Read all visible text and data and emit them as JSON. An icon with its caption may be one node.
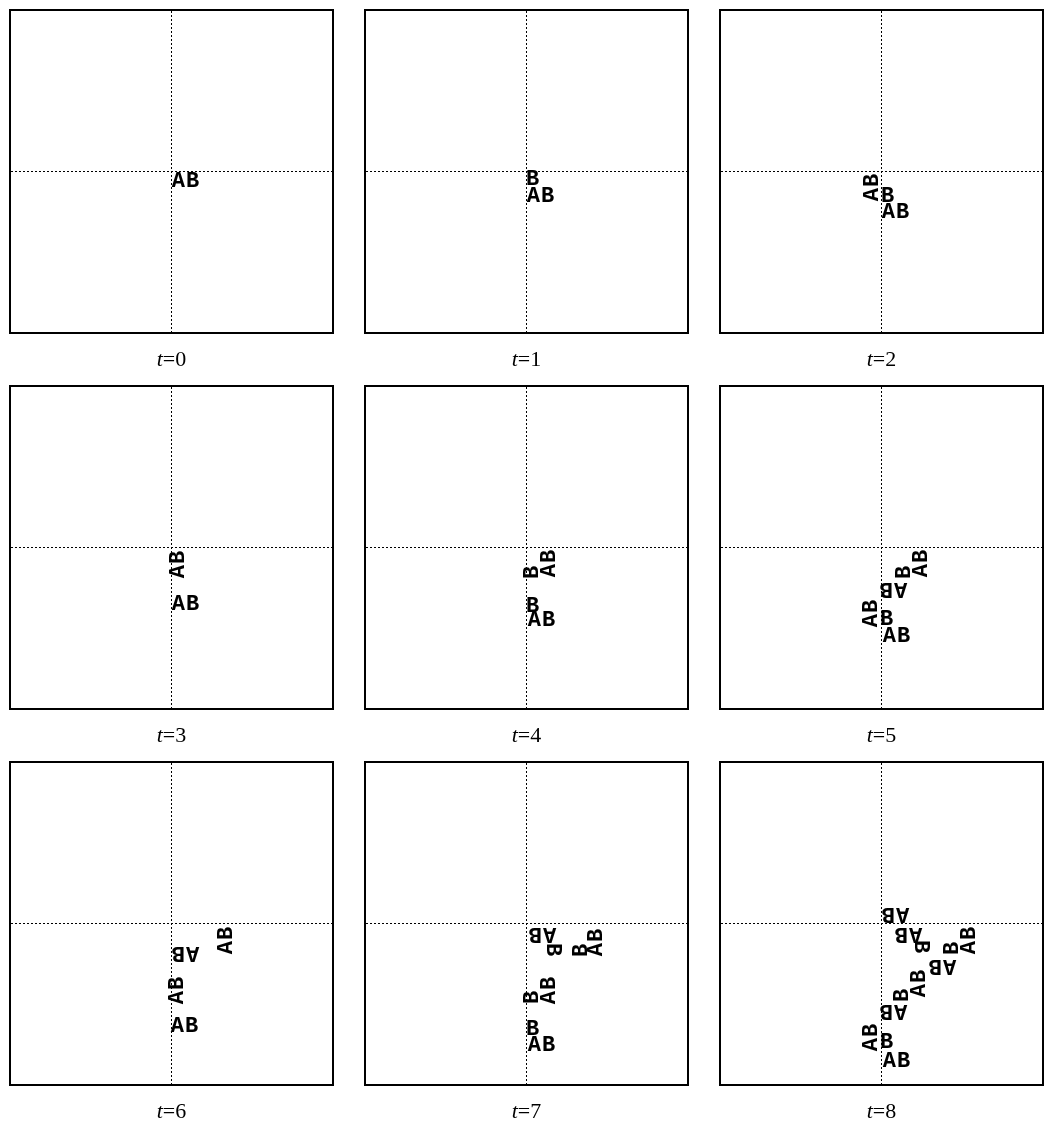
{
  "diagram": {
    "nodes": [
      {
        "text": [
          "AB"
        ],
        "beside": [
          "*t*=0"
        ]
      },
      {
        "text": [
          "B",
          "AB"
        ],
        "beside": [
          "*t*=1"
        ]
      },
      {
        "text": [
          "AB",
          "B",
          "AB"
        ],
        "beside": [
          "*t*=2"
        ]
      },
      {
        "text": [
          "AB",
          "AB"
        ],
        "beside": [
          "*t*=3"
        ]
      },
      {
        "text": [
          "B",
          "AB",
          "B",
          "AB"
        ],
        "beside": [
          "*t*=4"
        ]
      },
      {
        "text": [
          "AB",
          "B",
          "AB",
          "AB",
          "B",
          "AB"
        ],
        "beside": [
          "*t*=5"
        ]
      },
      {
        "text": [
          "AB",
          "AB",
          "AB",
          "AB"
        ],
        "beside": [
          "*t*=6"
        ]
      },
      {
        "text": [
          "AB",
          "AB",
          "B",
          "B",
          "AB",
          "B",
          "B",
          "AB"
        ],
        "beside": [
          "*t*=7"
        ]
      },
      {
        "text": [
          "AB",
          "AB",
          "AB",
          "B",
          "B",
          "AB",
          "AB",
          "B",
          "AB",
          "AB",
          "B",
          "AB"
        ],
        "beside": [
          "*t*=8"
        ]
      }
    ]
  }
}
